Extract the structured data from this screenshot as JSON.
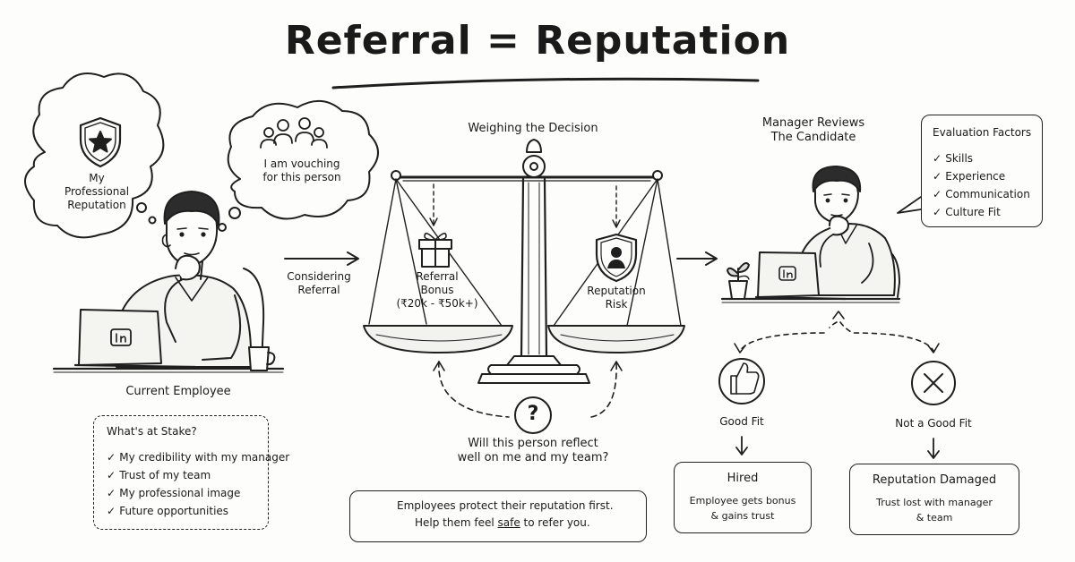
{
  "title": "Referral = Reputation",
  "thoughts": {
    "reputation": "My\nProfessional\nReputation",
    "vouching": "I am vouching\nfor this person"
  },
  "employee": {
    "caption": "Current Employee",
    "stake_title": "What's at Stake?",
    "stake_items": [
      "My credibility with my manager",
      "Trust of my team",
      "My professional image",
      "Future opportunities"
    ]
  },
  "arrow_label": "Considering\nReferral",
  "scale": {
    "title": "Weighing the Decision",
    "left_label": "Referral\nBonus\n(₹20k - ₹50k+)",
    "right_label": "Reputation\nRisk",
    "question": "Will this person reflect\nwell on me and my team?"
  },
  "tip": {
    "line1": "Employees protect their reputation first.",
    "line2_before": "Help them feel ",
    "line2_emph": "safe",
    "line2_after": " to refer you."
  },
  "manager": {
    "caption": "Manager Reviews\nThe Candidate",
    "factors_title": "Evaluation Factors",
    "factors": [
      "Skills",
      "Experience",
      "Communication",
      "Culture Fit"
    ]
  },
  "outcomes": {
    "good": {
      "label": "Good Fit",
      "box_title": "Hired",
      "box_text": "Employee gets bonus\n& gains trust"
    },
    "bad": {
      "label": "Not a Good Fit",
      "box_title": "Reputation Damaged",
      "box_text": "Trust lost with manager\n& team"
    }
  },
  "icons": {
    "shield_star": "shield-star-icon",
    "people": "people-icon",
    "gift": "gift-icon",
    "shield_person": "shield-person-icon",
    "question": "question-icon",
    "star": "star-icon",
    "thumbs_up": "thumbs-up-icon",
    "x_circle": "x-circle-icon",
    "laptop": "laptop-icon",
    "plant": "plant-icon",
    "mug": "mug-icon"
  }
}
